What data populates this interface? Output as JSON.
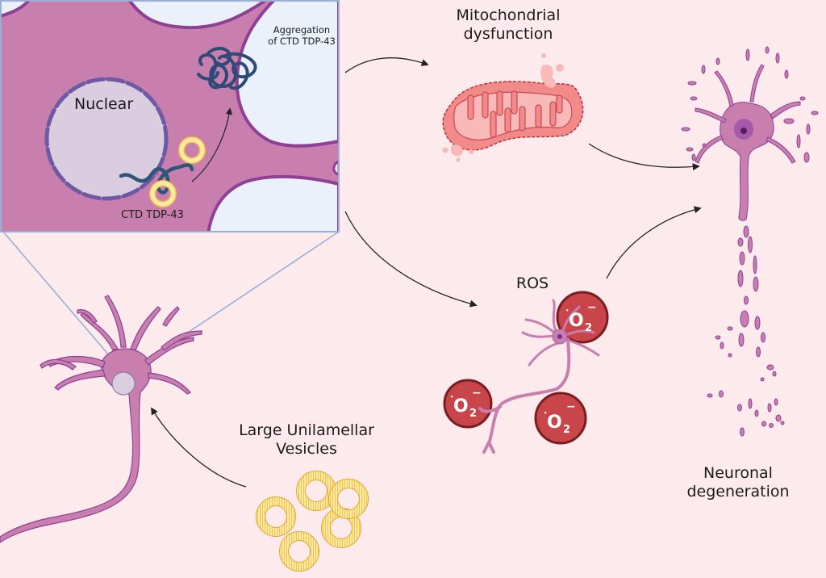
{
  "figure": {
    "inset": {
      "nucleus_label": "Nuclear",
      "protein_label": "CTD TDP-43",
      "aggregation_label_line1": "Aggregation",
      "aggregation_label_line2": "of CTD TDP-43"
    },
    "mitochondria": {
      "label_line1": "Mitochondrial",
      "label_line2": "dysfunction"
    },
    "ros": {
      "label": "ROS",
      "species": [
        {
          "symbol": "O",
          "subscript": "2",
          "charge": "−",
          "radical": "•"
        },
        {
          "symbol": "O",
          "subscript": "2",
          "charge": "−",
          "radical": "•"
        },
        {
          "symbol": "O",
          "subscript": "2",
          "charge": "−",
          "radical": "•"
        }
      ]
    },
    "vesicles": {
      "label_line1": "Large Unilamellar",
      "label_line2": "Vesicles",
      "count": 5
    },
    "outcome": {
      "label_line1": "Neuronal",
      "label_line2": "degeneration"
    },
    "colors": {
      "background": "#fdeaec",
      "cytoplasm": "#c97fae",
      "membrane": "#8e3f96",
      "nucleus_fill": "#d9cddf",
      "nucleus_border": "#6e5aa4",
      "extracellular": "#eaf1fb",
      "protein": "#2d4a78",
      "vesicle": "#f2c245",
      "mito_fill": "#f28a8a",
      "mito_inner": "#f9b9b8",
      "ros_fill": "#c8464a",
      "ros_border": "#7a1d21",
      "arrow": "#222222",
      "inset_frame": "#9aaed6"
    }
  }
}
